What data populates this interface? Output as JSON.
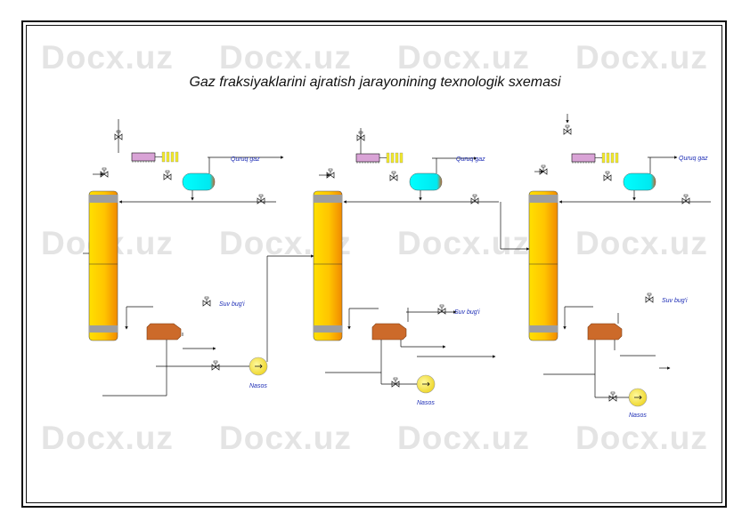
{
  "watermark_text": "Docx.uz",
  "title": "Gaz fraksiyaklarini ajratish jarayonining texnologik sxemasi",
  "units": [
    {
      "dry_gas_label": "Quruq gaz",
      "steam_label": "Suv bug'i",
      "pump_label": "Nasos"
    },
    {
      "dry_gas_label": "Quruq gaz",
      "steam_label": "Suv bug'i",
      "pump_label": "Nasos"
    },
    {
      "dry_gas_label": "Quruq gaz",
      "steam_label": "Suv bug'i",
      "pump_label": "Nasos"
    }
  ],
  "colors": {
    "column_yellow": "#ffd200",
    "column_orange": "#f08a00",
    "column_band": "#9e9e9e",
    "cooler": "#d9a3d6",
    "condenser_stripes": "#f3ea2a",
    "receiver": "#00ffff",
    "reboiler": "#cc6a2a",
    "pump": "#f3e64a",
    "label_blue": "#1b2bb5"
  }
}
